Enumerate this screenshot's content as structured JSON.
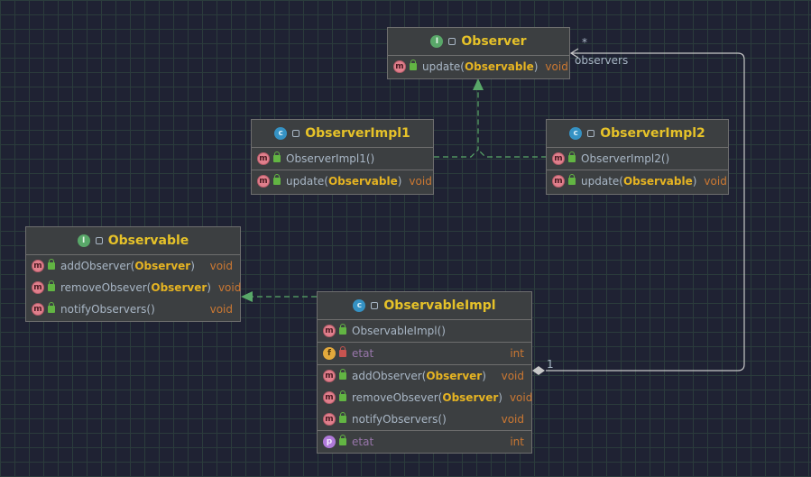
{
  "classes": {
    "observer": {
      "name": "Observer",
      "kind": "I",
      "methods": [
        {
          "name": "update(",
          "param": "Observable",
          "close": ")",
          "ret": "void"
        }
      ]
    },
    "observerimpl1": {
      "name": "ObserverImpl1",
      "kind": "C",
      "constructor": "ObserverImpl1()",
      "methods": [
        {
          "name": "update(",
          "param": "Observable",
          "close": ")",
          "ret": "void"
        }
      ]
    },
    "observerimpl2": {
      "name": "ObserverImpl2",
      "kind": "C",
      "constructor": "ObserverImpl2()",
      "methods": [
        {
          "name": "update(",
          "param": "Observable",
          "close": ")",
          "ret": "void"
        }
      ]
    },
    "observable": {
      "name": "Observable",
      "kind": "I",
      "methods": [
        {
          "name": "addObserver(",
          "param": "Observer",
          "close": ")",
          "ret": "void"
        },
        {
          "name": "removeObsever(",
          "param": "Observer",
          "close": ")",
          "ret": "void"
        },
        {
          "name": "notifyObservers()",
          "ret": "void"
        }
      ]
    },
    "observableimpl": {
      "name": "ObservableImpl",
      "kind": "C",
      "constructor": "ObservableImpl()",
      "field": {
        "badge": "f",
        "name": "etat",
        "type": "int"
      },
      "methods": [
        {
          "name": "addObserver(",
          "param": "Observer",
          "close": ")",
          "ret": "void"
        },
        {
          "name": "removeObsever(",
          "param": "Observer",
          "close": ")",
          "ret": "void"
        },
        {
          "name": "notifyObservers()",
          "ret": "void"
        }
      ],
      "property": {
        "badge": "p",
        "name": "etat",
        "type": "int"
      }
    }
  },
  "association": {
    "multiplicity_many": "*",
    "multiplicity_one": "1",
    "role": "observers"
  },
  "badges": {
    "method": "m",
    "class": "c",
    "interface": "I"
  },
  "colors": {
    "background": "#1f2233",
    "grid": "#2b3c3c",
    "class_fill": "#3c3f41",
    "class_name": "#e6c229",
    "realization_line": "#59a869",
    "association_line": "#c8c8c8"
  }
}
